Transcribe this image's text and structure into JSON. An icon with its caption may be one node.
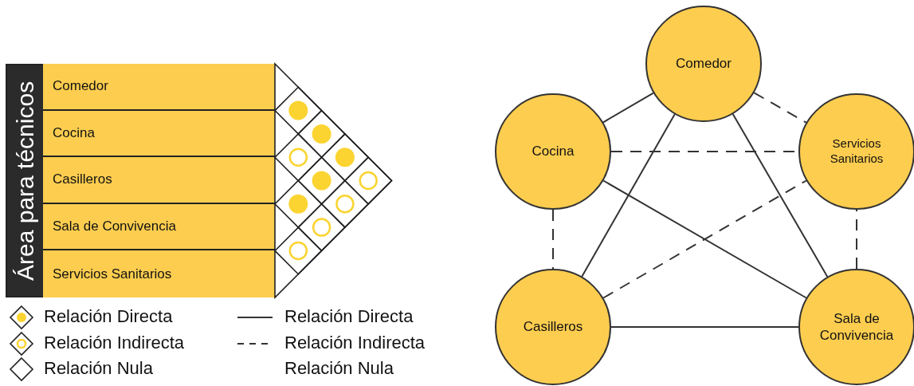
{
  "diagram": {
    "nodes": [
      {
        "text": [
          "Área para técnicos"
        ]
      },
      {
        "text": [
          "Comedor"
        ],
        "in": 0
      },
      {
        "text": [
          "Cocina"
        ],
        "in": 0
      },
      {
        "text": [
          "Casilleros"
        ],
        "in": 0
      },
      {
        "text": [
          "Sala de Convivencia"
        ],
        "in": 0
      },
      {
        "text": [
          "Servicios Sanitarios"
        ],
        "in": 0
      },
      {
        "text": [
          "Comedor"
        ]
      },
      {
        "text": [
          "Cocina"
        ]
      },
      {
        "text": [
          "Servicios Sanitarios"
        ]
      },
      {
        "text": [
          "Casilleros"
        ]
      },
      {
        "text": [
          "Sala de Convivencia"
        ]
      }
    ],
    "edges": [
      {
        "from": 6,
        "to": 7,
        "arrow": "none"
      },
      {
        "from": 6,
        "to": 9,
        "arrow": "none"
      },
      {
        "from": 6,
        "to": 10,
        "arrow": "none"
      },
      {
        "from": 6,
        "to": 8,
        "arrow": "none",
        "style": "dashed"
      },
      {
        "from": 7,
        "to": 9,
        "arrow": "none",
        "style": "dashed"
      },
      {
        "from": 7,
        "to": 10,
        "arrow": "none"
      },
      {
        "from": 7,
        "to": 8,
        "arrow": "none",
        "style": "dashed"
      },
      {
        "from": 9,
        "to": 10,
        "arrow": "none"
      },
      {
        "from": 9,
        "to": 8,
        "arrow": "none",
        "style": "dashed"
      },
      {
        "from": 10,
        "to": 8,
        "arrow": "none",
        "style": "dashed"
      }
    ],
    "legend": [
      {
        "text": "Relación Directa"
      },
      {
        "text": "Relación Indirecta"
      },
      {
        "text": "Relación Nula"
      },
      {
        "text": "Relación Directa"
      },
      {
        "text": "Relación Indirecta"
      },
      {
        "text": "Relación Nula"
      }
    ]
  }
}
